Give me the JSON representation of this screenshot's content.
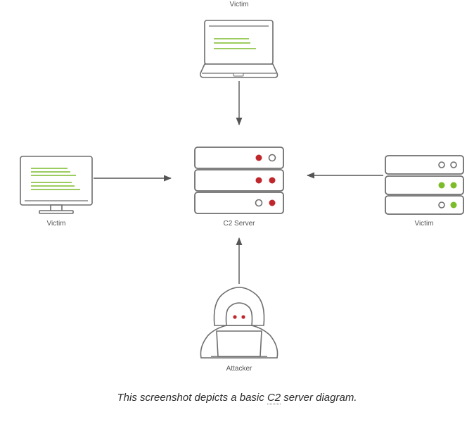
{
  "nodes": {
    "victim_laptop": {
      "label": "Victim",
      "icon": "laptop-icon"
    },
    "victim_monitor": {
      "label": "Victim",
      "icon": "monitor-icon"
    },
    "c2_server": {
      "label": "C2 Server",
      "icon": "server-rack-icon"
    },
    "victim_server": {
      "label": "Victim",
      "icon": "server-rack-icon"
    },
    "attacker": {
      "label": "Attacker",
      "icon": "hooded-hacker-icon"
    }
  },
  "edges": [
    {
      "from": "victim_laptop",
      "to": "c2_server"
    },
    {
      "from": "victim_monitor",
      "to": "c2_server"
    },
    {
      "from": "victim_server",
      "to": "c2_server"
    },
    {
      "from": "attacker",
      "to": "c2_server"
    }
  ],
  "caption": {
    "before": "This screenshot depicts a basic ",
    "underlined": "C2",
    "after": " server diagram."
  },
  "colors": {
    "outline": "#6e6e6e",
    "green": "#7cbc2a",
    "red": "#c0272d",
    "arrow": "#555555"
  }
}
